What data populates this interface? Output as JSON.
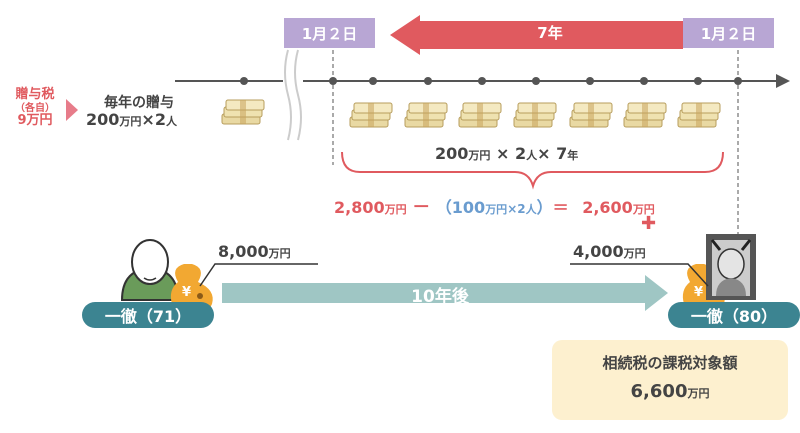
{
  "header": {
    "date_left": "1月２日",
    "date_right": "1月２日",
    "years_label": "7年"
  },
  "left_info": {
    "tax_line1": "贈与税",
    "tax_line2": "（各自）",
    "tax_line3": "9万円",
    "gift_title": "毎年の贈与",
    "gift_amount": "200",
    "gift_unit": "万円",
    "gift_mult": "×2",
    "gift_person": "人"
  },
  "brace_label": {
    "amount": "200",
    "unit": "万円",
    "mult1": " × 2",
    "person": "人",
    "mult2": "× 7",
    "years": "年"
  },
  "formula": {
    "a": "2,800",
    "a_unit": "万円",
    "minus": "－",
    "paren_open": "（",
    "b": "100",
    "b_unit": "万円",
    "b_mult": "×2",
    "b_person": "人",
    "paren_close": "）",
    "equals": "＝",
    "c": "2,600",
    "c_unit": "万円",
    "plus": "✚"
  },
  "timeline": {
    "left_amount": "8,000",
    "left_unit": "万円",
    "right_amount": "4,000",
    "right_unit": "万円",
    "after_label": "10年後",
    "yen_symbol": "¥"
  },
  "persons": {
    "left_label": "一徹（71）",
    "right_label": "一徹（80）"
  },
  "result": {
    "title": "相続税の課税対象額",
    "amount": "6,600",
    "unit": "万円"
  },
  "colors": {
    "date_box": "#b8a6d4",
    "arrow_red": "#e05a5f",
    "teal": "#3c8491",
    "arrow_teal": "#9fc6c4",
    "blue": "#6a9ccf",
    "note_bg": "#fdf0cf"
  }
}
